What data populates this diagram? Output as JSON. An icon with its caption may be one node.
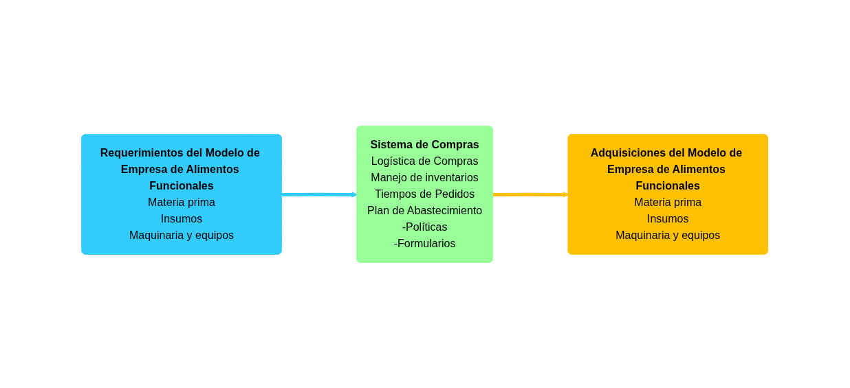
{
  "diagram": {
    "nodes": [
      {
        "text": [
          "Requerimientos del Modelo de Empresa de Alimentos Funcionales",
          "Materia prima",
          "Insumos",
          "Maquinaria y equipos"
        ]
      },
      {
        "text": [
          "Sistema de Compras",
          "Logística de Compras",
          "Manejo de inventarios",
          "Tiempos de Pedidos",
          "Plan de Abastecimiento",
          "-Políticas",
          "-Formularios"
        ]
      },
      {
        "text": [
          "Adquisiciones del Modelo de Empresa de Alimentos Funcionales",
          "Materia prima",
          "Insumos",
          "Maquinaria y equipos"
        ]
      }
    ],
    "edges": [
      {
        "from": 0,
        "to": 1,
        "arrow": "to",
        "color": "#33ccff"
      },
      {
        "from": 1,
        "to": 2,
        "arrow": "to",
        "color": "#ffc000"
      }
    ]
  }
}
